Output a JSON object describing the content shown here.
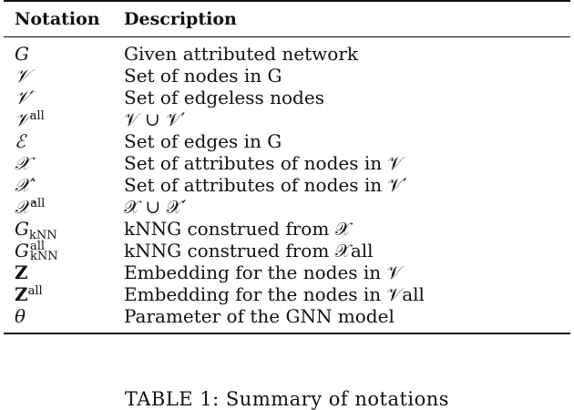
{
  "table": {
    "header": {
      "notation": "Notation",
      "description": "Description"
    },
    "rows": [
      {
        "symbol": "G",
        "description": "Given attributed network"
      },
      {
        "symbol": "𝒱",
        "description": "Set of nodes in G"
      },
      {
        "symbol": "𝒱′",
        "description": "Set of edgeless nodes"
      },
      {
        "symbol": "𝒱",
        "symbol_sup": "all",
        "description": "𝒱 ∪ 𝒱′"
      },
      {
        "symbol": "ℰ",
        "description": "Set of edges in G"
      },
      {
        "symbol": "𝒳",
        "description": "Set of attributes of nodes in 𝒱"
      },
      {
        "symbol": "𝒳′",
        "description": "Set of attributes of nodes in 𝒱′"
      },
      {
        "symbol": "𝒳",
        "symbol_sup": "all",
        "description": "𝒳 ∪ 𝒳′"
      },
      {
        "symbol": "G",
        "symbol_sub": "kNN",
        "description": "kNNG construed from 𝒳"
      },
      {
        "symbol": "G",
        "symbol_sup": "all",
        "symbol_sub": "kNN",
        "description": "kNNG construed from 𝒳all"
      },
      {
        "symbol": "Z",
        "description": "Embedding for the nodes in 𝒱"
      },
      {
        "symbol": "Z",
        "symbol_sup": "all",
        "description": "Embedding for the nodes in 𝒱all"
      },
      {
        "symbol": "θ",
        "description": "Parameter of the GNN model"
      }
    ]
  },
  "caption": "TABLE 1: Summary of notations"
}
